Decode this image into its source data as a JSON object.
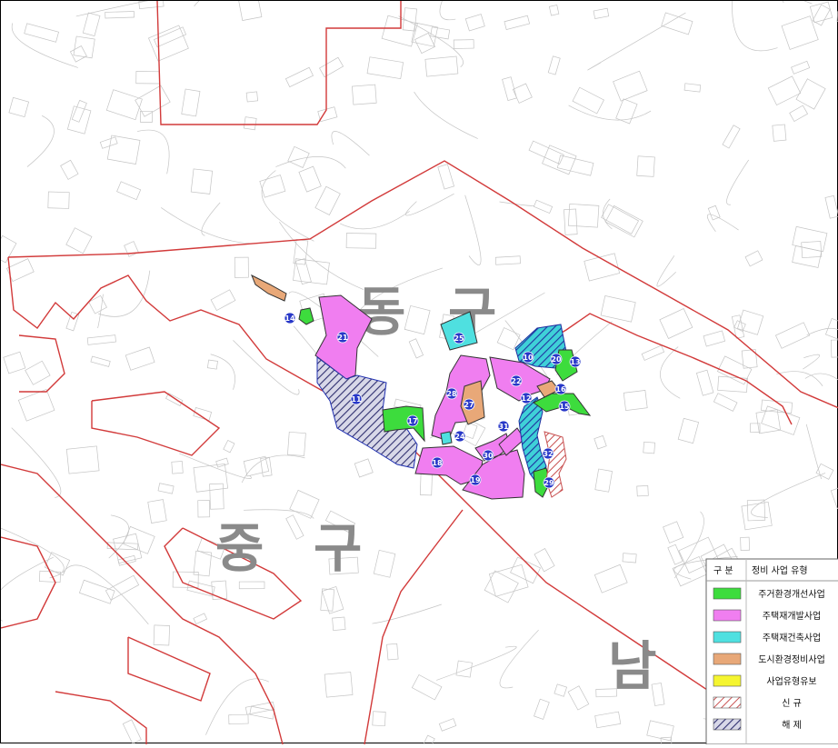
{
  "districts": {
    "dong": [
      "동",
      "구"
    ],
    "jung": [
      "중",
      "구"
    ],
    "nam": "남"
  },
  "colors": {
    "boundary": "#d23a3a",
    "residential_env": "#3ddc3d",
    "housing_redev": "#f07ef0",
    "housing_rebuild": "#4fe0e0",
    "urban_env": "#e8a878",
    "suspended": "#f5f530",
    "marker": "#2838c8",
    "hatch_new": "#c85050",
    "hatch_release": "#303070",
    "base_map": "#b8b8b8"
  },
  "zones": [
    {
      "label": "14"
    },
    {
      "label": "21"
    },
    {
      "label": "25"
    },
    {
      "label": "13"
    },
    {
      "label": "28"
    },
    {
      "label": "22"
    },
    {
      "label": "27"
    },
    {
      "label": "12"
    },
    {
      "label": "16"
    },
    {
      "label": "15"
    },
    {
      "label": "17"
    },
    {
      "label": "24"
    },
    {
      "label": "18"
    },
    {
      "label": "30"
    },
    {
      "label": "31"
    },
    {
      "label": "19"
    },
    {
      "label": "32"
    },
    {
      "label": "29"
    },
    {
      "label": "20"
    },
    {
      "label": "11"
    },
    {
      "label": "10"
    }
  ],
  "legend": {
    "header_col1": "구  분",
    "header_col2": "정비 사업 유형",
    "items": [
      {
        "label": "주거환경개선사업",
        "kind": "residential_env"
      },
      {
        "label": "주택재개발사업",
        "kind": "housing_redev"
      },
      {
        "label": "주택재건축사업",
        "kind": "housing_rebuild"
      },
      {
        "label": "도시환경정비사업",
        "kind": "urban_env"
      },
      {
        "label": "사업유형유보",
        "kind": "suspended"
      },
      {
        "label": "신  규",
        "kind": "hatch_new"
      },
      {
        "label": "해  제",
        "kind": "hatch_release"
      }
    ]
  }
}
